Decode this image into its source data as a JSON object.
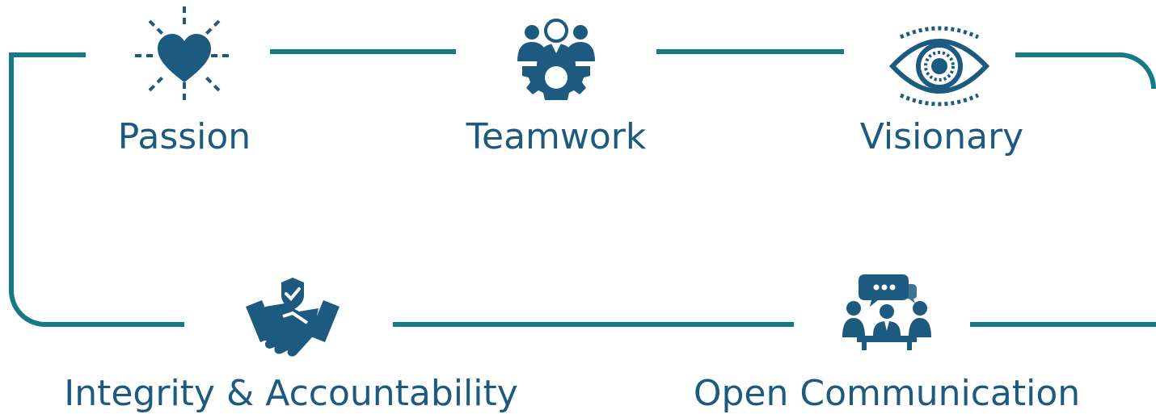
{
  "colors": {
    "line": "#137b86",
    "icon": "#1d5a80",
    "text": "#1d5a80"
  },
  "values": [
    {
      "label": "Passion",
      "icon": "heart-icon"
    },
    {
      "label": "Teamwork",
      "icon": "team-gear-icon"
    },
    {
      "label": "Visionary",
      "icon": "eye-icon"
    },
    {
      "label": "Integrity & Accountability",
      "icon": "handshake-shield-icon"
    },
    {
      "label": "Open Communication",
      "icon": "meeting-chat-icon"
    }
  ]
}
